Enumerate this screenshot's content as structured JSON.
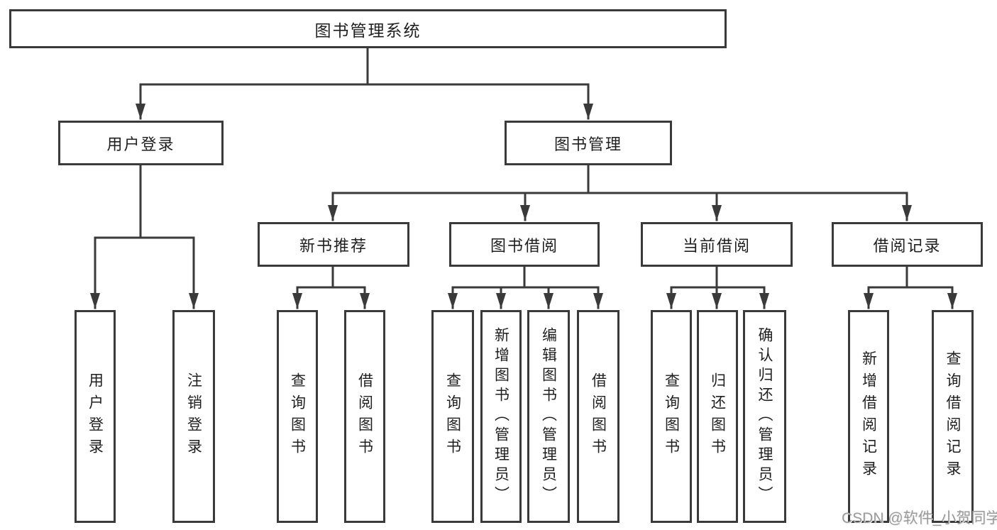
{
  "tree": {
    "root": "图书管理系统",
    "branches": [
      {
        "label": "用户登录",
        "children": [
          "用户登录",
          "注销登录"
        ]
      },
      {
        "label": "图书管理",
        "sections": [
          {
            "label": "新书推荐",
            "children": [
              "查询图书",
              "借阅图书"
            ]
          },
          {
            "label": "图书借阅",
            "children": [
              "查询图书",
              "新增图书（管理员）",
              "编辑图书（管理员）",
              "借阅图书"
            ]
          },
          {
            "label": "当前借阅",
            "children": [
              "查询图书",
              "归还图书",
              "确认归还（管理员）"
            ]
          },
          {
            "label": "借阅记录",
            "children": [
              "新增借阅记录",
              "查询借阅记录"
            ]
          }
        ]
      }
    ]
  },
  "colors": {
    "line": "#3a3a3a",
    "text": "#1f1f1f",
    "watermark": "#9b9b9b"
  },
  "watermark": "CSDN @软件_小贺同学"
}
